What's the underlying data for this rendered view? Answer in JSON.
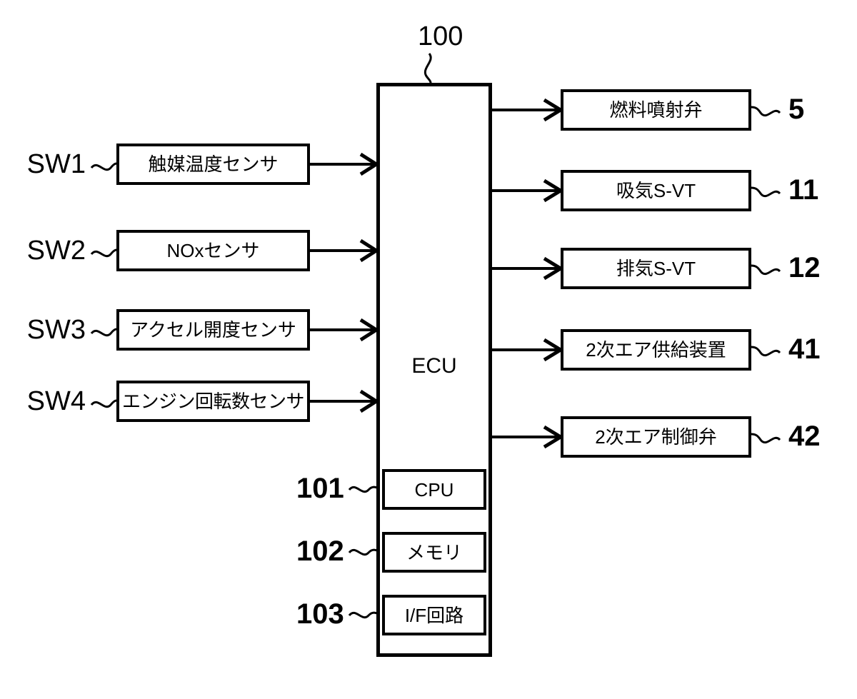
{
  "diagram": {
    "title_numeral": "100",
    "ecu": {
      "label": "ECU",
      "numeral": "100",
      "inner_modules": [
        {
          "numeral": "101",
          "label": "CPU"
        },
        {
          "numeral": "102",
          "label": "メモリ"
        },
        {
          "numeral": "103",
          "label": "I/F回路"
        }
      ]
    },
    "sensors": [
      {
        "tag": "SW1",
        "label": "触媒温度センサ"
      },
      {
        "tag": "SW2",
        "label": "NOxセンサ"
      },
      {
        "tag": "SW3",
        "label": "アクセル開度センサ"
      },
      {
        "tag": "SW4",
        "label": "エンジン回転数センサ"
      }
    ],
    "actuators": [
      {
        "numeral": "5",
        "label": "燃料噴射弁"
      },
      {
        "numeral": "11",
        "label": "吸気S-VT"
      },
      {
        "numeral": "12",
        "label": "排気S-VT"
      },
      {
        "numeral": "41",
        "label": "2次エア供給装置"
      },
      {
        "numeral": "42",
        "label": "2次エア制御弁"
      }
    ],
    "colors": {
      "line": "#000000",
      "background": "#ffffff"
    }
  }
}
